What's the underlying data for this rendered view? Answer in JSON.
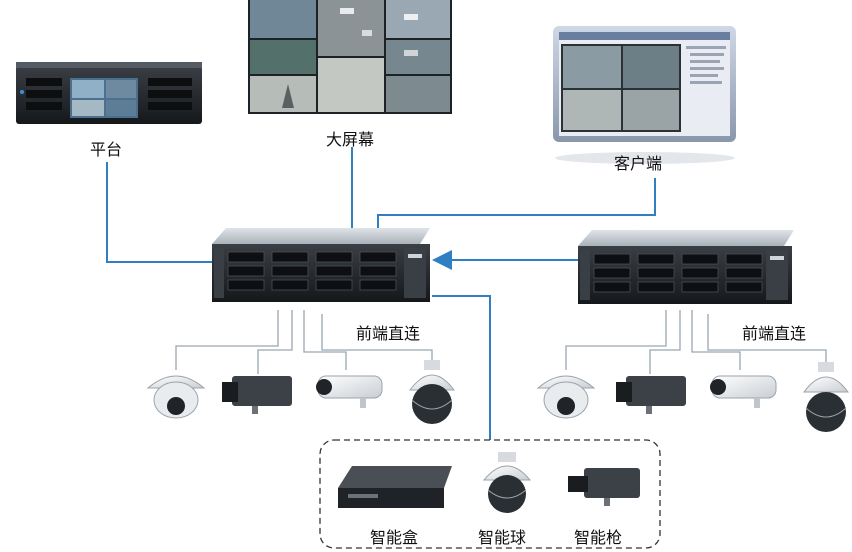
{
  "labels": {
    "platform": "平台",
    "bigscreen": "大屏幕",
    "client": "客户端",
    "frontend_left": "前端直连",
    "frontend_right": "前端直连",
    "smart_box": "智能盒",
    "smart_ball": "智能球",
    "smart_gun": "智能枪"
  },
  "colors": {
    "link": "#2f7fc1",
    "device_gray": "#aab1b8",
    "dark_rack": "#202428"
  }
}
